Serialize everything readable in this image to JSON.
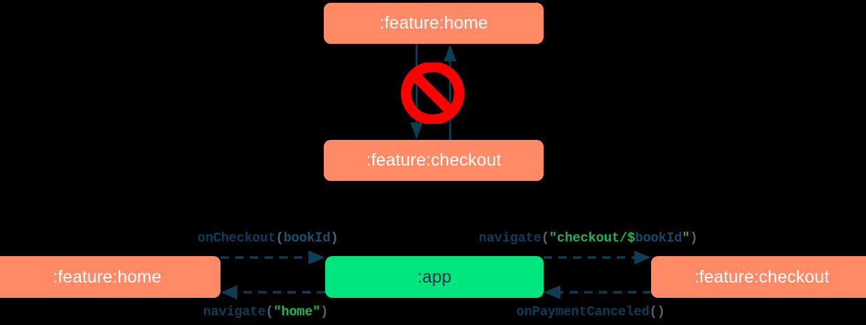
{
  "diagram": {
    "title": "module navigation dependency diagram",
    "colors": {
      "background": "#000000",
      "feature_module": "#FF8A65",
      "app_module": "#00E67E",
      "edge": "#0E3D54",
      "forbidden": "#FF0000",
      "string_literal": "#19B35A",
      "identifier": "#0A3D5C"
    },
    "top_section": {
      "name": "forbidden-direct-dependency",
      "nodes": [
        {
          "id": "home-top",
          "label": ":feature:home",
          "type": "feature"
        },
        {
          "id": "checkout-top",
          "label": ":feature:checkout",
          "type": "feature"
        }
      ],
      "edges": [
        {
          "id": "home-to-checkout",
          "from": "home-top",
          "to": "checkout-top",
          "direction": "down",
          "style": "solid"
        },
        {
          "id": "checkout-to-home",
          "from": "checkout-top",
          "to": "home-top",
          "direction": "up",
          "style": "solid"
        }
      ],
      "badge": {
        "name": "no-entry-icon",
        "meaning": "forbidden"
      }
    },
    "bottom_section": {
      "name": "allowed-mediated-navigation",
      "nodes": [
        {
          "id": "home-bottom",
          "label": ":feature:home",
          "type": "feature"
        },
        {
          "id": "app",
          "label": ":app",
          "type": "app"
        },
        {
          "id": "checkout-bottom",
          "label": ":feature:checkout",
          "type": "feature"
        }
      ],
      "edges": [
        {
          "id": "home-to-app",
          "from": "home-bottom",
          "to": "app",
          "direction": "right",
          "style": "dashed",
          "position": "above",
          "label": {
            "full": "onCheckout(bookId)",
            "fn": "onCheckout",
            "open": "(",
            "arg": "bookId",
            "close": ")"
          }
        },
        {
          "id": "app-to-checkout",
          "from": "app",
          "to": "checkout-bottom",
          "direction": "right",
          "style": "dashed",
          "position": "above",
          "label": {
            "full": "navigate(\"checkout/$bookId\")",
            "fn": "navigate",
            "open": "(",
            "str_head": "\"checkout/$",
            "interp": "bookId",
            "str_tail": "\"",
            "close": ")"
          }
        },
        {
          "id": "app-to-home",
          "from": "app",
          "to": "home-bottom",
          "direction": "left",
          "style": "dashed",
          "position": "below",
          "label": {
            "full": "navigate(\"home\")",
            "fn": "navigate",
            "open": "(",
            "str": "\"home\"",
            "close": ")"
          }
        },
        {
          "id": "checkout-to-app",
          "from": "checkout-bottom",
          "to": "app",
          "direction": "left",
          "style": "dashed",
          "position": "below",
          "label": {
            "full": "onPaymentCanceled()",
            "fn": "onPaymentCanceled",
            "open": "(",
            "close": ")"
          }
        }
      ]
    }
  }
}
